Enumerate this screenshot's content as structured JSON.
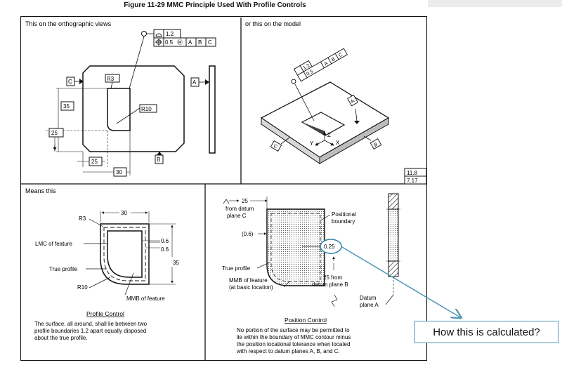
{
  "figure_title": "Figure 11-29 MMC Principle Used With Profile Controls",
  "panels": {
    "ortho_label": "This on the orthographic views",
    "model_label": "or this on the model",
    "means_label": "Means this",
    "page_ref_a": "11.8",
    "page_ref_b": "7.17"
  },
  "ortho": {
    "fcf_profile_value": "1.2",
    "fcf_position_value": "0.5",
    "fcf_mmc_symbol": "Ⓜ",
    "datum_a": "A",
    "datum_b": "B",
    "datum_c": "C",
    "r3": "R3",
    "r10": "R10",
    "dim_35": "35",
    "dim_25_left": "25",
    "dim_25_bottom": "25",
    "dim_30": "30"
  },
  "model": {
    "fcf_profile_value": "1.2",
    "fcf_position_value": "0.5",
    "datum_a": "A",
    "datum_b": "B",
    "datum_c": "C",
    "axis_x": "X",
    "axis_y": "Y",
    "axis_z": "Z"
  },
  "profile": {
    "dim_30": "30",
    "r3": "R3",
    "lmc_label": "LMC of feature",
    "dim_06_a": "0.6",
    "dim_06_b": "0.6",
    "dim_35": "35",
    "true_profile": "True profile",
    "r10": "R10",
    "mmb_label": "MMB of feature",
    "heading": "Profile Control",
    "note_line1": "The surface, all around, shall lie between two",
    "note_line2": "profile boundaries 1.2 apart equally disposed",
    "note_line3": "about the true profile."
  },
  "position": {
    "dim_25_top": "25",
    "from_datum_c_1": "from datum",
    "from_datum_c_2": "plane C",
    "dim_06": "(0.6)",
    "positional_1": "Positional",
    "positional_2": "boundary",
    "value_025": "0.25",
    "true_profile": "True profile",
    "mmb_1": "MMB of feature",
    "mmb_2": "(at basic location)",
    "from_b_1": "25 from",
    "from_b_2": "datum plane B",
    "datum_a_1": "Datum",
    "datum_a_2": "plane A",
    "heading": "Position Control",
    "note_line1": "No portion of the surface may be permitted to",
    "note_line2": "lie within the boundary of MMC contour minus",
    "note_line3": "the position locational tolerance when located",
    "note_line4": "with respect to datum planes A, B, and C."
  },
  "callout": {
    "question": "How this is calculated?",
    "color": "#4f97b4"
  }
}
